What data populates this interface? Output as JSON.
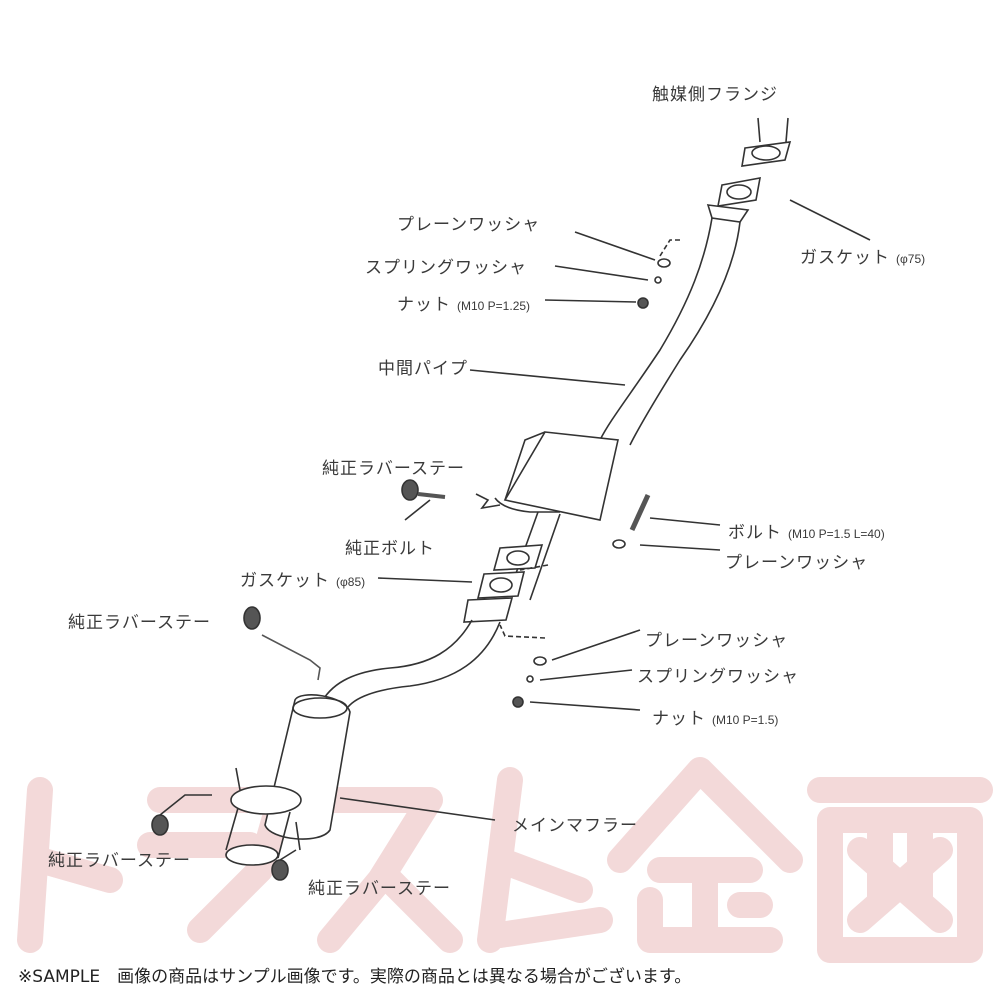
{
  "watermark": "トラスト企画",
  "labels": {
    "catalyst_flange": "触媒側フランジ",
    "plain_washer_top": "プレーンワッシャ",
    "spring_washer_top": "スプリングワッシャ",
    "nut_top": {
      "name": "ナット",
      "spec": "(M10 P=1.25)"
    },
    "gasket_75": {
      "name": "ガスケット",
      "spec": "(φ75)"
    },
    "center_pipe": "中間パイプ",
    "rubber_stay_1": "純正ラバーステー",
    "oem_bolt": "純正ボルト",
    "bolt": {
      "name": "ボルト",
      "spec": "(M10 P=1.5 L=40)"
    },
    "plain_washer_mid": "プレーンワッシャ",
    "gasket_85": {
      "name": "ガスケット",
      "spec": "(φ85)"
    },
    "rubber_stay_2": "純正ラバーステー",
    "plain_washer_low": "プレーンワッシャ",
    "spring_washer_low": "スプリングワッシャ",
    "nut_low": {
      "name": "ナット",
      "spec": "(M10 P=1.5)"
    },
    "main_muffler": "メインマフラー",
    "rubber_stay_3": "純正ラバーステー",
    "rubber_stay_4": "純正ラバーステー"
  },
  "footer": "※SAMPLE　画像の商品はサンプル画像です。実際の商品とは異なる場合がございます。"
}
